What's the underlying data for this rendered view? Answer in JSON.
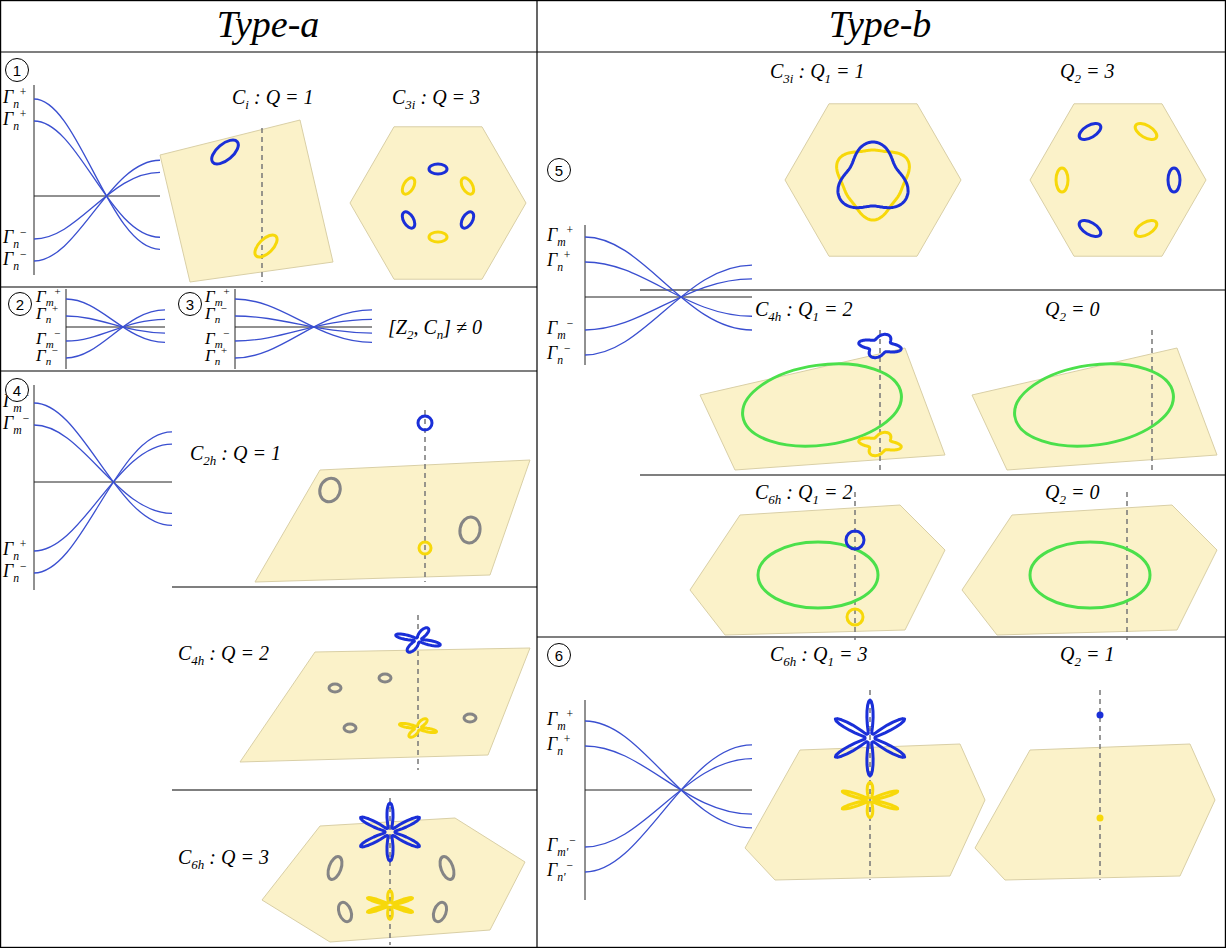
{
  "diagram": {
    "nodes": [
      {
        "text": [
          "1"
        ]
      },
      {
        "text": [
          "2"
        ]
      },
      {
        "text": [
          "3"
        ]
      },
      {
        "text": [
          "4"
        ]
      },
      {
        "text": [
          "5"
        ]
      },
      {
        "text": [
          "6"
        ]
      }
    ],
    "labels": [
      "Type-a",
      "Type-b",
      "Γn+",
      "Γn+",
      "Γn−",
      "Γn−",
      "Ci : Q = 1",
      "C3i : Q = 3",
      "Γm+",
      "Γn+",
      "Γm−",
      "Γn−",
      "Γm+",
      "Γn−",
      "Γm−",
      "Γn+",
      "[Z2, Cn] ≠ 0",
      "Γm+",
      "Γm−",
      "Γn+",
      "Γn−",
      "C2h : Q = 1",
      "C4h : Q = 2",
      "C6h : Q = 3",
      "Γm+",
      "Γn+",
      "Γm−",
      "Γn−",
      "C3i : Q1 = 1",
      "Q2 = 3",
      "C4h : Q1 = 2",
      "Q2 = 0",
      "C6h : Q1 = 2",
      "Q2 = 0",
      "Γm+",
      "Γn+",
      "Γm'−",
      "Γn'−",
      "C6h : Q1 = 3",
      "Q2 = 1"
    ]
  }
}
